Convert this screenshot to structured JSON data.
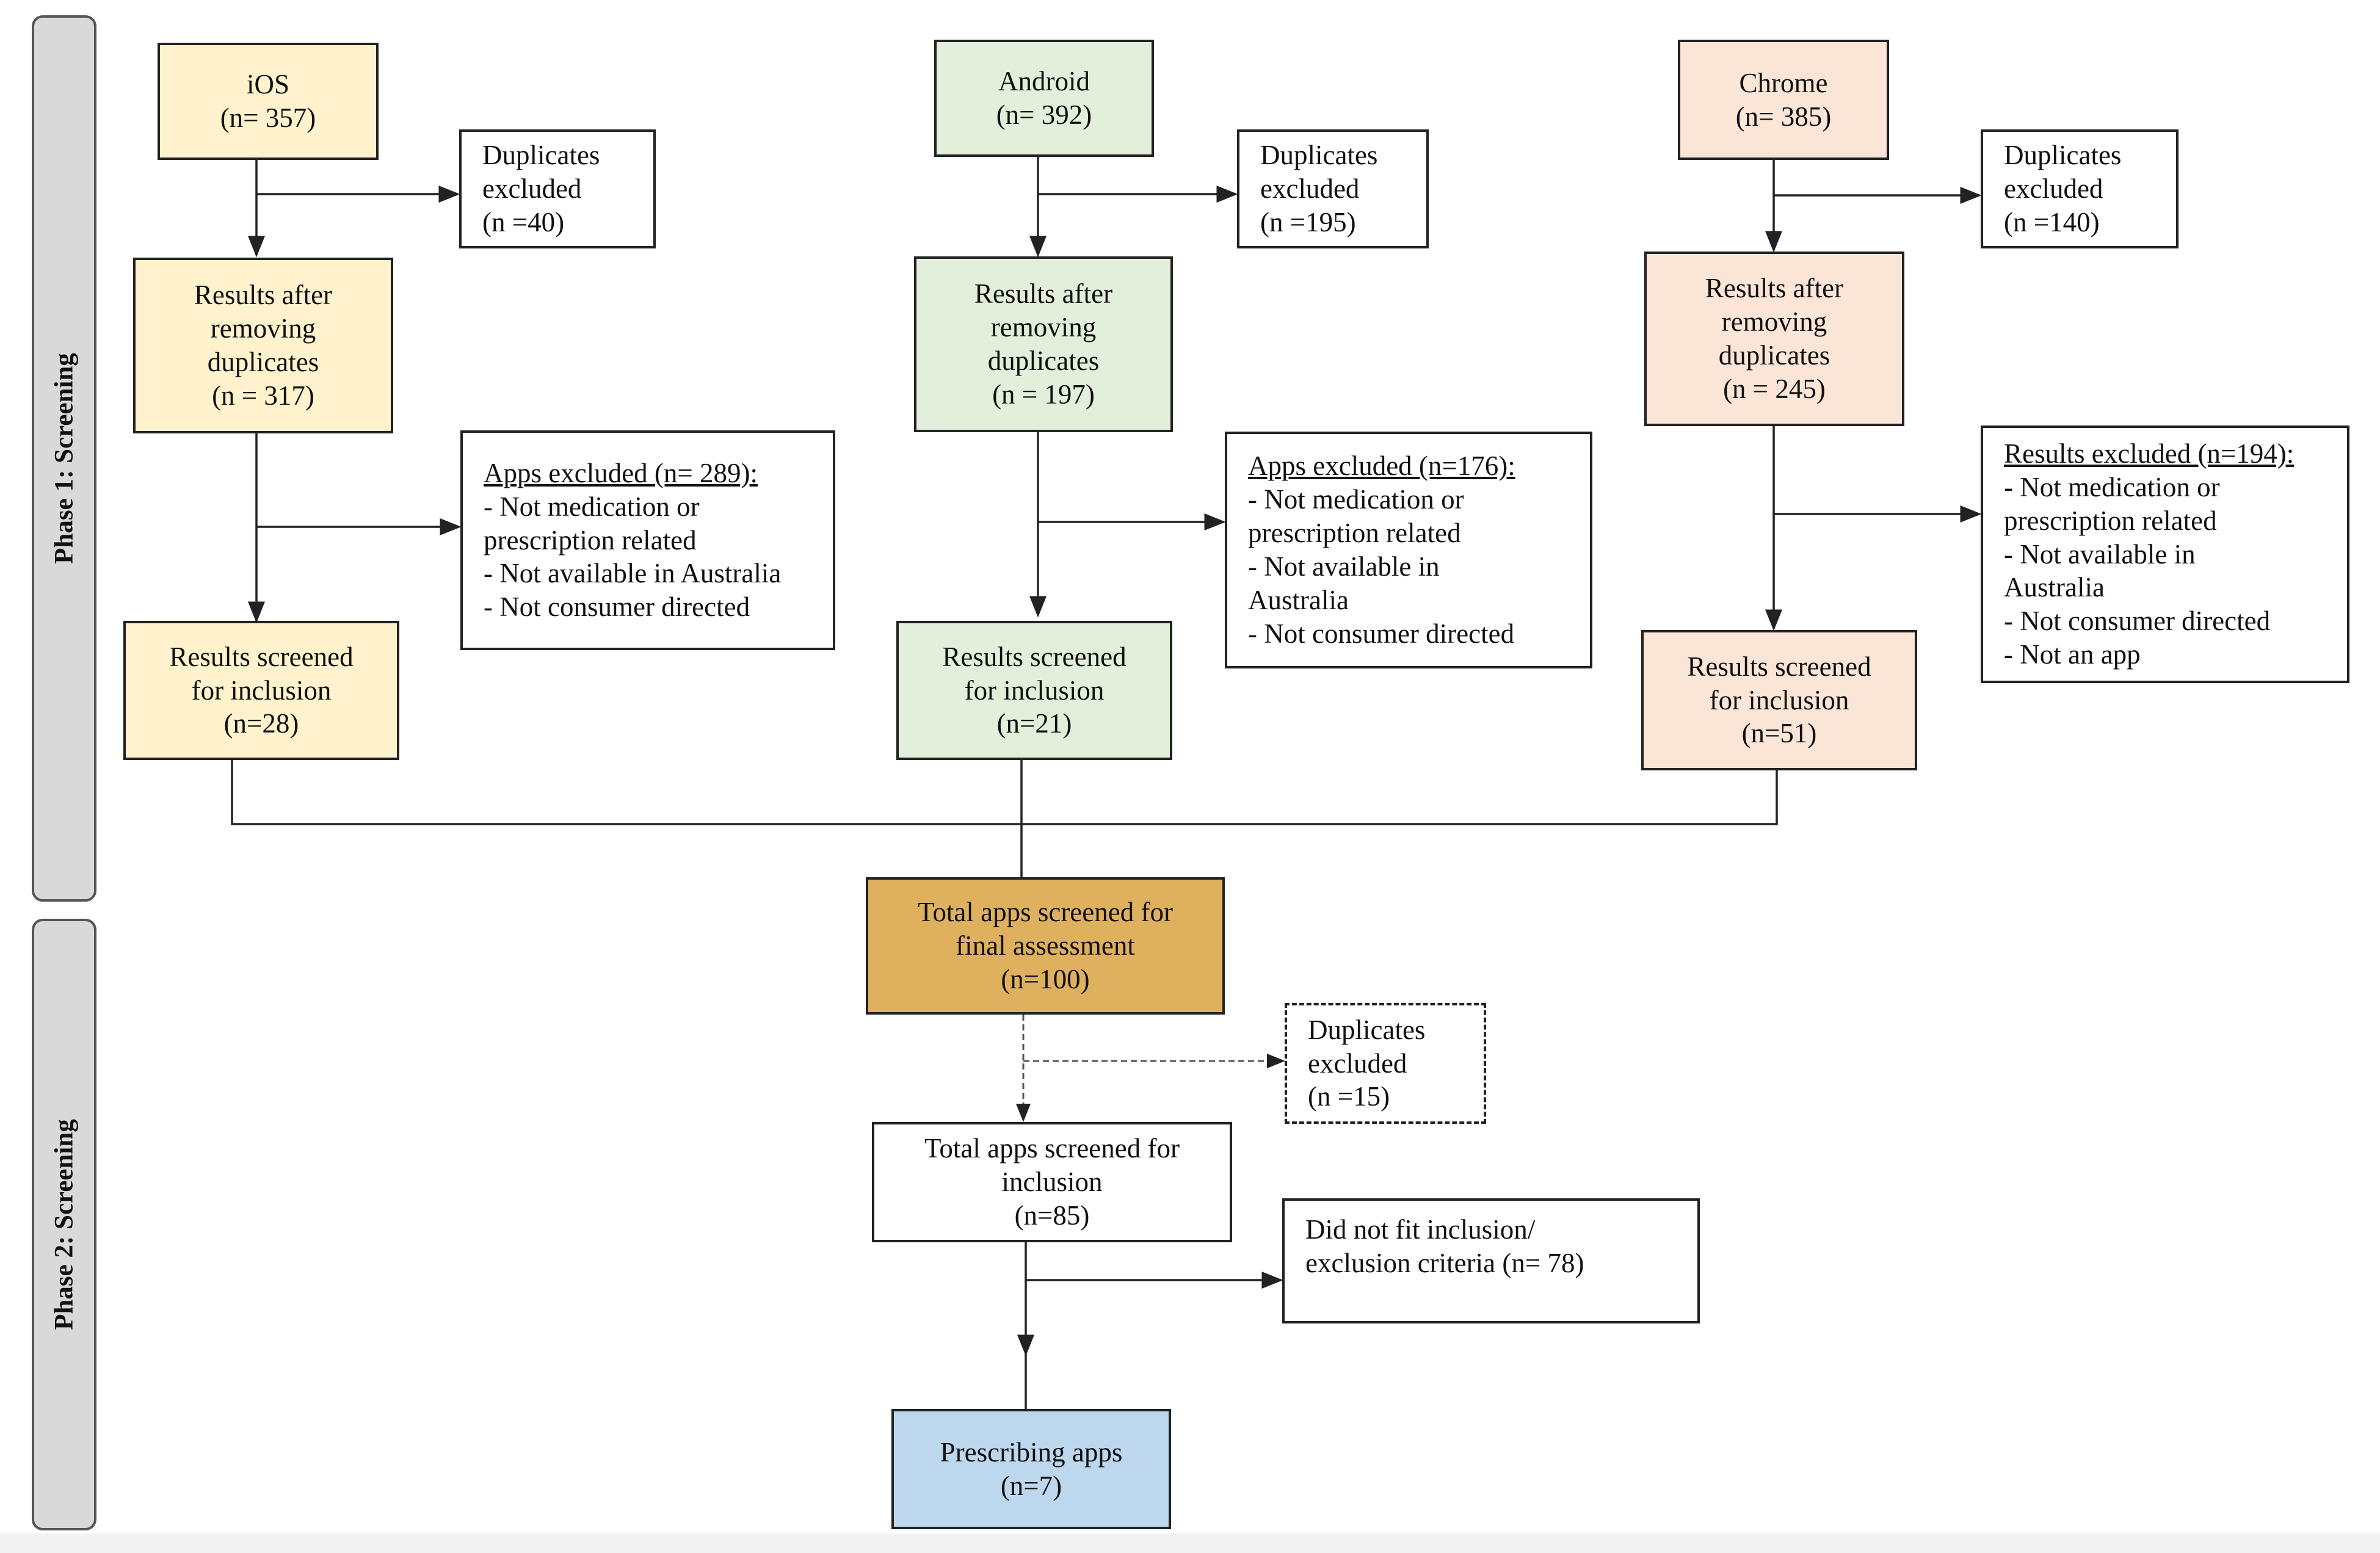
{
  "phases": {
    "phase1": "Phase 1: Screening",
    "phase2": "Phase 2: Screening"
  },
  "ios": {
    "source": [
      "iOS",
      "(n= 357)"
    ],
    "duplicates": [
      "Duplicates",
      "excluded",
      "(n =40)"
    ],
    "after_duplicates": [
      "Results after",
      "removing",
      "duplicates",
      "(n = 317)"
    ],
    "excluded_title": "Apps excluded (n= 289):",
    "excluded_reasons": [
      "- Not medication or",
      "prescription related",
      "- Not available in Australia",
      "- Not consumer directed"
    ],
    "screened": [
      "Results screened",
      "for inclusion",
      "(n=28)"
    ]
  },
  "android": {
    "source": [
      "Android",
      "(n= 392)"
    ],
    "duplicates": [
      "Duplicates",
      "excluded",
      "(n =195)"
    ],
    "after_duplicates": [
      "Results after",
      "removing",
      "duplicates",
      "(n = 197)"
    ],
    "excluded_title": "Apps excluded (n=176):",
    "excluded_reasons": [
      "- Not medication or",
      "prescription related",
      "- Not available in",
      "Australia",
      "- Not consumer directed"
    ],
    "screened": [
      "Results screened",
      "for inclusion",
      "(n=21)"
    ]
  },
  "chrome": {
    "source": [
      "Chrome",
      "(n= 385)"
    ],
    "duplicates": [
      "Duplicates",
      "excluded",
      "(n =140)"
    ],
    "after_duplicates": [
      "Results after",
      "removing",
      "duplicates",
      "(n = 245)"
    ],
    "excluded_title": "Results excluded (n=194):",
    "excluded_reasons": [
      "- Not medication or",
      "prescription related",
      "- Not available in",
      "Australia",
      "- Not consumer directed",
      "- Not an app"
    ],
    "screened": [
      "Results screened",
      "for inclusion",
      "(n=51)"
    ]
  },
  "phase2_flow": {
    "total_final": [
      "Total apps screened for",
      "final assessment",
      "(n=100)"
    ],
    "duplicates": [
      "Duplicates",
      "excluded",
      "(n =15)"
    ],
    "total_inclusion": [
      "Total apps screened for",
      "inclusion",
      "(n=85)"
    ],
    "not_fit": [
      "Did not fit inclusion/",
      "exclusion criteria (n= 78)"
    ],
    "prescribing": [
      "Prescribing apps",
      "(n=7)"
    ]
  },
  "colors": {
    "ios": "#fff2cc",
    "android": "#e2efda",
    "chrome": "#fbe5d6",
    "total": "#dfb15f",
    "final": "#bdd7ee",
    "phase_bar": "#d9d9d9",
    "line": "#222222"
  }
}
